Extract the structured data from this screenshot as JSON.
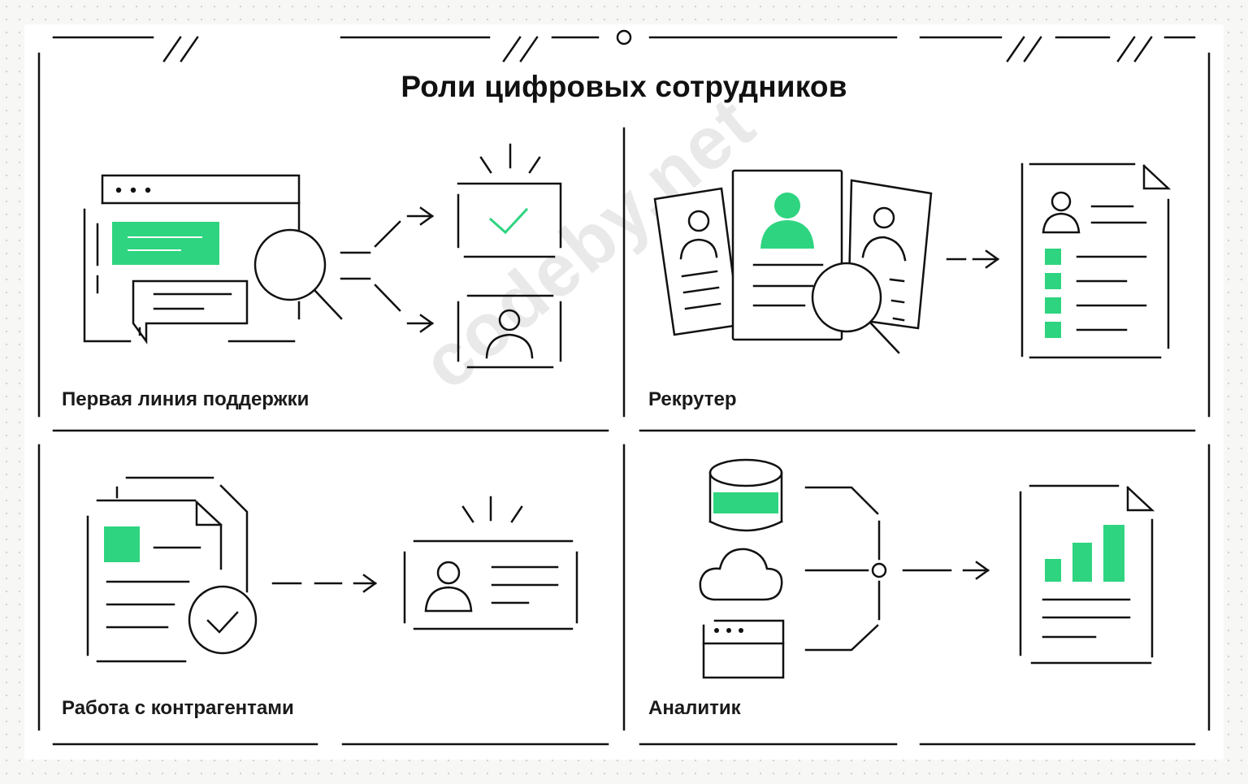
{
  "title": "Роли цифровых сотрудников",
  "watermark": "codeby.net",
  "accent_color": "#2ed47f",
  "line_color": "#111111",
  "panels": [
    {
      "label": "Первая линия поддержки",
      "icons": [
        "browser-window-icon",
        "magnifier-icon",
        "chat-bubble-icon",
        "check-monitor-icon",
        "user-card-icon"
      ]
    },
    {
      "label": "Рекрутер",
      "icons": [
        "resume-cards-icon",
        "magnifier-icon",
        "checklist-document-icon"
      ]
    },
    {
      "label": "Работа с контрагентами",
      "icons": [
        "documents-check-icon",
        "id-card-icon"
      ]
    },
    {
      "label": "Аналитик",
      "icons": [
        "database-icon",
        "cloud-icon",
        "browser-window-icon",
        "chart-document-icon"
      ]
    }
  ]
}
